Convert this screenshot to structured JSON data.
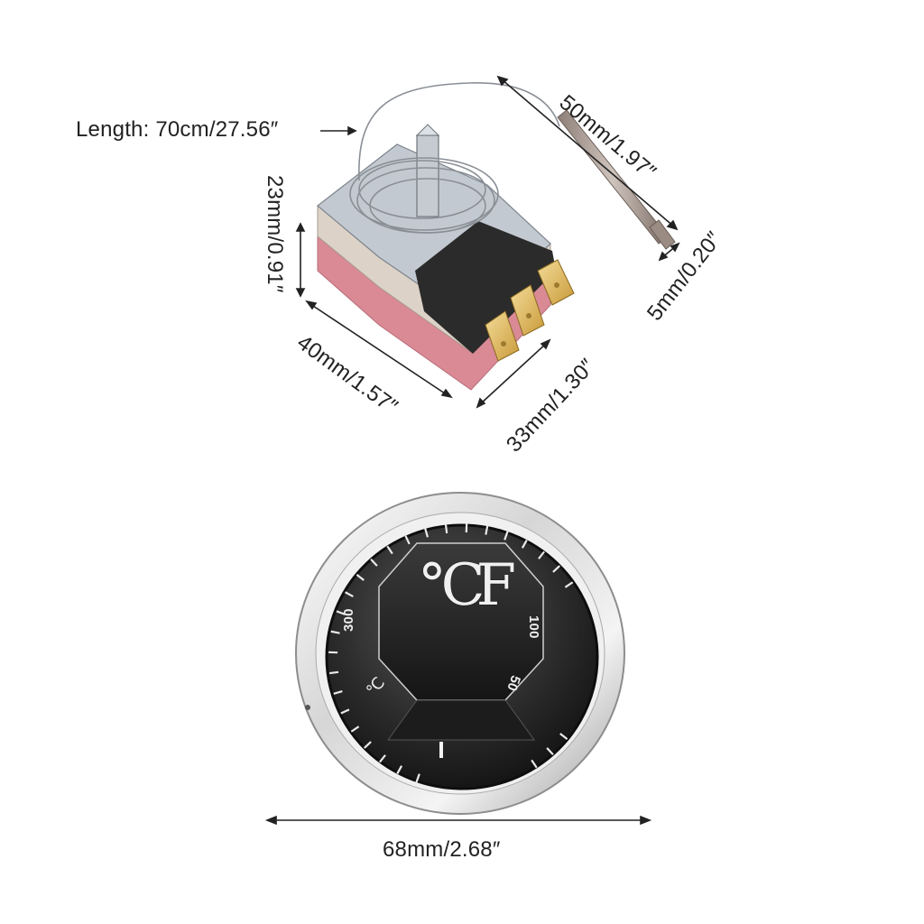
{
  "product": {
    "name": "Capillary thermostat with temperature control knob",
    "colors": {
      "background": "#ffffff",
      "text": "#222222",
      "body_pink": "#d98a95",
      "body_beige": "#d9cfc4",
      "metal": "#b8bec6",
      "terminal_brass": "#e3c06a",
      "terminal_block": "#2b2b2b",
      "dial_face": "#2a2a2a",
      "bezel_chrome": "#e6e6e6"
    }
  },
  "dimensions": {
    "capillary_length": "Length: 70cm/27.56″",
    "probe_length": "50mm/1.97″",
    "probe_diameter": "5mm/0.20″",
    "body_height": "23mm/0.91″",
    "body_length": "40mm/1.57″",
    "body_width": "33mm/1.30″",
    "knob_diameter": "68mm/2.68″"
  },
  "dial": {
    "logo": "℃F",
    "scale_labels": [
      "300",
      "100",
      "50"
    ],
    "unit_symbol": "℃",
    "off_mark": "|"
  }
}
